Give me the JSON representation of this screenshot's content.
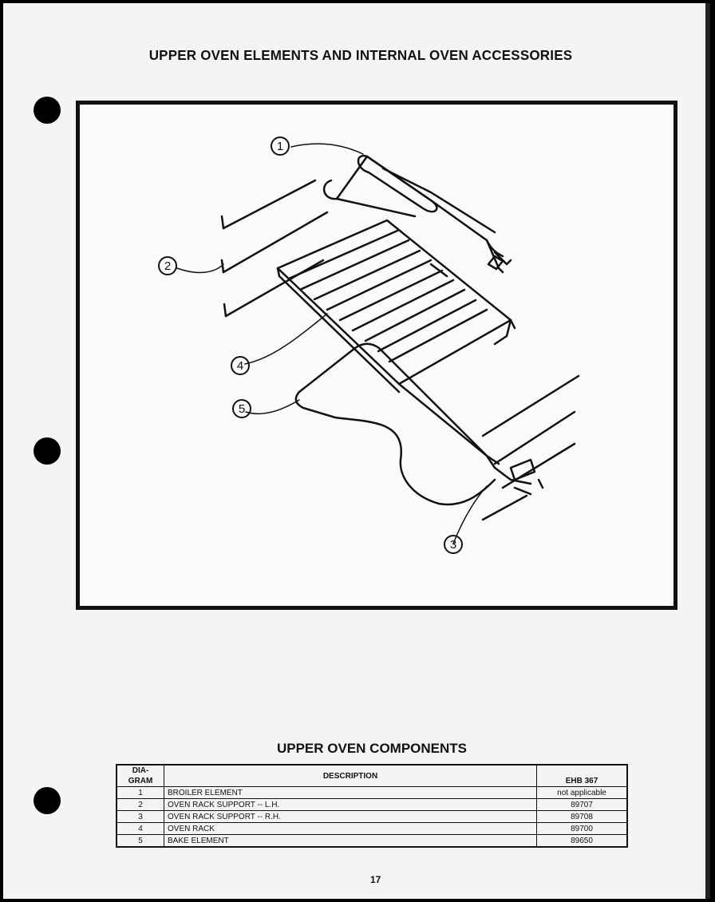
{
  "page": {
    "title": "UPPER OVEN ELEMENTS AND INTERNAL OVEN ACCESSORIES",
    "page_number": "17"
  },
  "diagram": {
    "callouts": [
      "1",
      "2",
      "3",
      "4",
      "5"
    ]
  },
  "components": {
    "title": "UPPER OVEN COMPONENTS",
    "headers": {
      "diagram_line1": "DIA-",
      "diagram_line2": "GRAM",
      "description": "DESCRIPTION",
      "model": "EHB 367"
    },
    "rows": [
      {
        "diagram": "1",
        "description": "BROILER ELEMENT",
        "part": "not applicable"
      },
      {
        "diagram": "2",
        "description": "OVEN RACK SUPPORT -- L.H.",
        "part": "89707"
      },
      {
        "diagram": "3",
        "description": "OVEN RACK SUPPORT -- R.H.",
        "part": "89708"
      },
      {
        "diagram": "4",
        "description": "OVEN RACK",
        "part": "89700"
      },
      {
        "diagram": "5",
        "description": "BAKE ELEMENT",
        "part": "89650"
      }
    ]
  }
}
